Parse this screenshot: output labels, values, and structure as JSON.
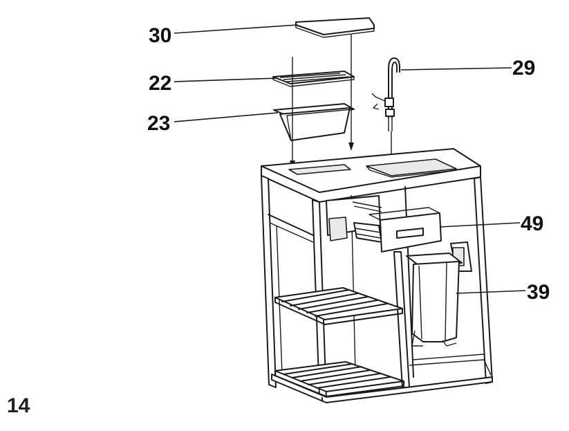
{
  "figure": {
    "page_number": "14",
    "callouts": [
      {
        "id": "lid",
        "label": "30"
      },
      {
        "id": "grate",
        "label": "22"
      },
      {
        "id": "basin",
        "label": "23"
      },
      {
        "id": "faucet",
        "label": "29"
      },
      {
        "id": "drawer",
        "label": "49"
      },
      {
        "id": "bin",
        "label": "39"
      }
    ]
  }
}
